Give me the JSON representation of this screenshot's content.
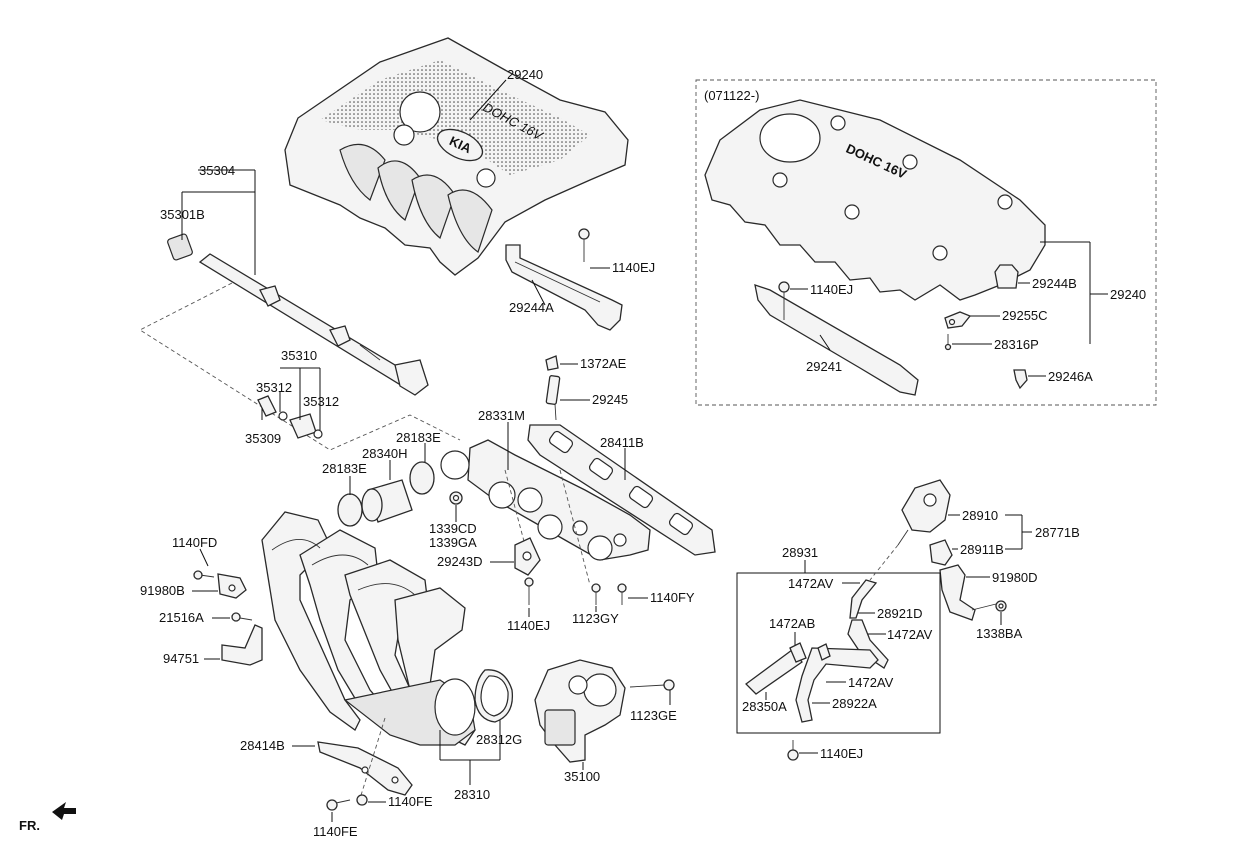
{
  "diagram": {
    "orientation_label": "FR.",
    "emblem_text": "KIA",
    "engine_text_left": "DOHC 16V",
    "engine_text_right": "DOHC 16V",
    "variant_box_label": "(071122-)",
    "callouts": {
      "p29240_left": "29240",
      "p35304": "35304",
      "p35301B": "35301B",
      "p1140EJ_a": "1140EJ",
      "p29244A": "29244A",
      "p35310": "35310",
      "p35312_a": "35312",
      "p35312_b": "35312",
      "p35309": "35309",
      "p1372AE": "1372AE",
      "p29245": "29245",
      "p28331M": "28331M",
      "p28411B": "28411B",
      "p28183E_a": "28183E",
      "p28340H": "28340H",
      "p28183E_b": "28183E",
      "p1339CD": "1339CD",
      "p1339GA": "1339GA",
      "p29243D": "29243D",
      "p1140EJ_b": "1140EJ",
      "p1123GY": "1123GY",
      "p1140FY": "1140FY",
      "p1140FD": "1140FD",
      "p91980B": "91980B",
      "p21516A": "21516A",
      "p94751": "94751",
      "p28414B": "28414B",
      "p1140FE_a": "1140FE",
      "p1140FE_b": "1140FE",
      "p28310": "28310",
      "p28312G": "28312G",
      "p35100": "35100",
      "p1123GE": "1123GE",
      "p1140EJ_c": "1140EJ",
      "p29244B": "29244B",
      "p29240_right": "29240",
      "p29255C": "29255C",
      "p28316P": "28316P",
      "p29241": "29241",
      "p29246A": "29246A",
      "p28910": "28910",
      "p28771B": "28771B",
      "p28911B": "28911B",
      "p91980D": "91980D",
      "p1338BA": "1338BA",
      "p28931": "28931",
      "p1472AV_a": "1472AV",
      "p28921D": "28921D",
      "p1472AB": "1472AB",
      "p1472AV_b": "1472AV",
      "p1472AV_c": "1472AV",
      "p28350A": "28350A",
      "p28922A": "28922A",
      "p1140EJ_d": "1140EJ"
    }
  }
}
